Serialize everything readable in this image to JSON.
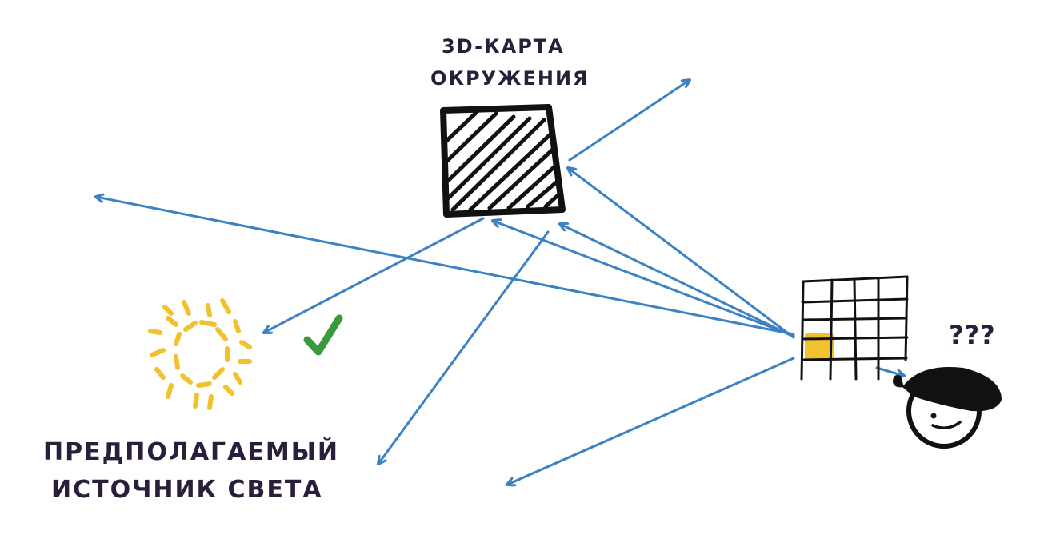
{
  "labels": {
    "env_map_line1": "3D-КАРТА",
    "env_map_line2": "ОКРУЖЕНИЯ",
    "light_line1": "ПРЕДПОЛАГАЕМЫЙ",
    "light_line2": "ИСТОЧНИК СВЕТА",
    "question": "???"
  },
  "colors": {
    "ray": "#3b82c4",
    "ink": "#111111",
    "text": "#2a1f3a",
    "sun": "#f2c12e",
    "highlight_cell": "#f2c12e",
    "checkmark": "#3a9a3a"
  },
  "icons": {
    "light_source": "sun-icon",
    "valid_marker": "checkmark-icon",
    "observer": "person-with-hat-icon",
    "sensor": "pixel-grid-icon",
    "environment": "hatched-square-icon"
  }
}
